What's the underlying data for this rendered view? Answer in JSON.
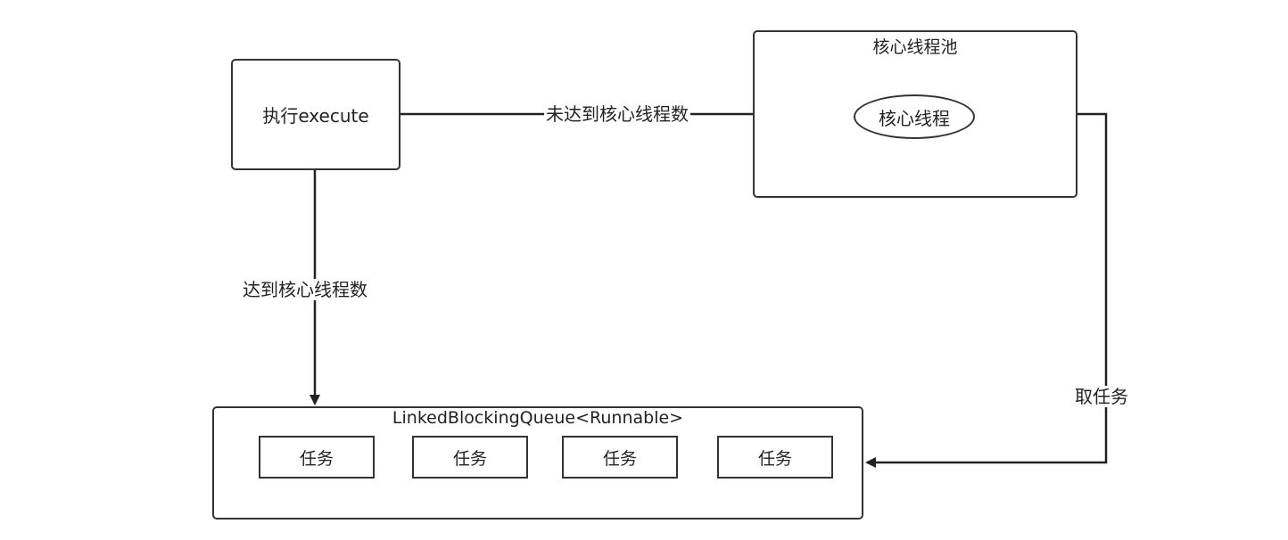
{
  "nodes": {
    "execute": "执行execute",
    "pool_title": "核心线程池",
    "core_thread": "核心线程",
    "queue_title": "LinkedBlockingQueue<Runnable>",
    "tasks": [
      "任务",
      "任务",
      "任务",
      "任务"
    ]
  },
  "edges": {
    "not_reached": "未达到核心线程数",
    "reached": "达到核心线程数",
    "take_task": "取任务"
  }
}
